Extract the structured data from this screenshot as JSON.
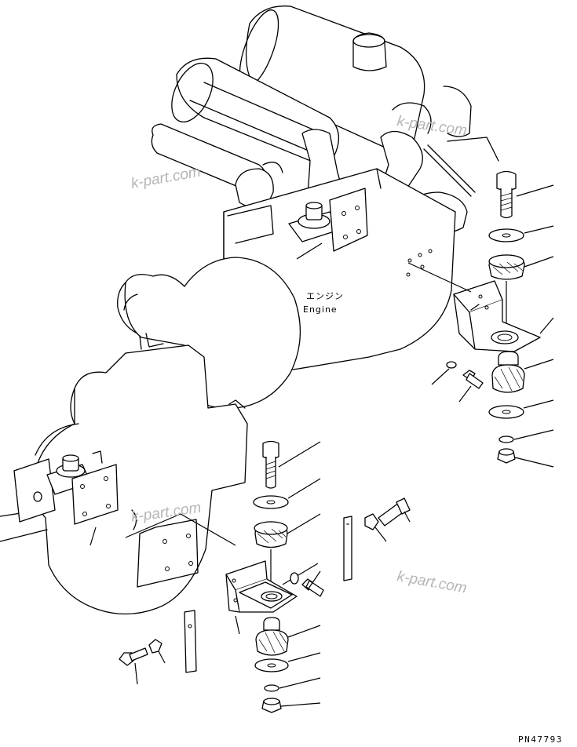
{
  "diagram": {
    "engine_label_jp": "エンジン",
    "engine_label_en": "Engine",
    "part_number": "PN47793",
    "watermarks": [
      "k-part.com",
      "k-part.com",
      "k-part.com",
      "k-part.com"
    ]
  }
}
